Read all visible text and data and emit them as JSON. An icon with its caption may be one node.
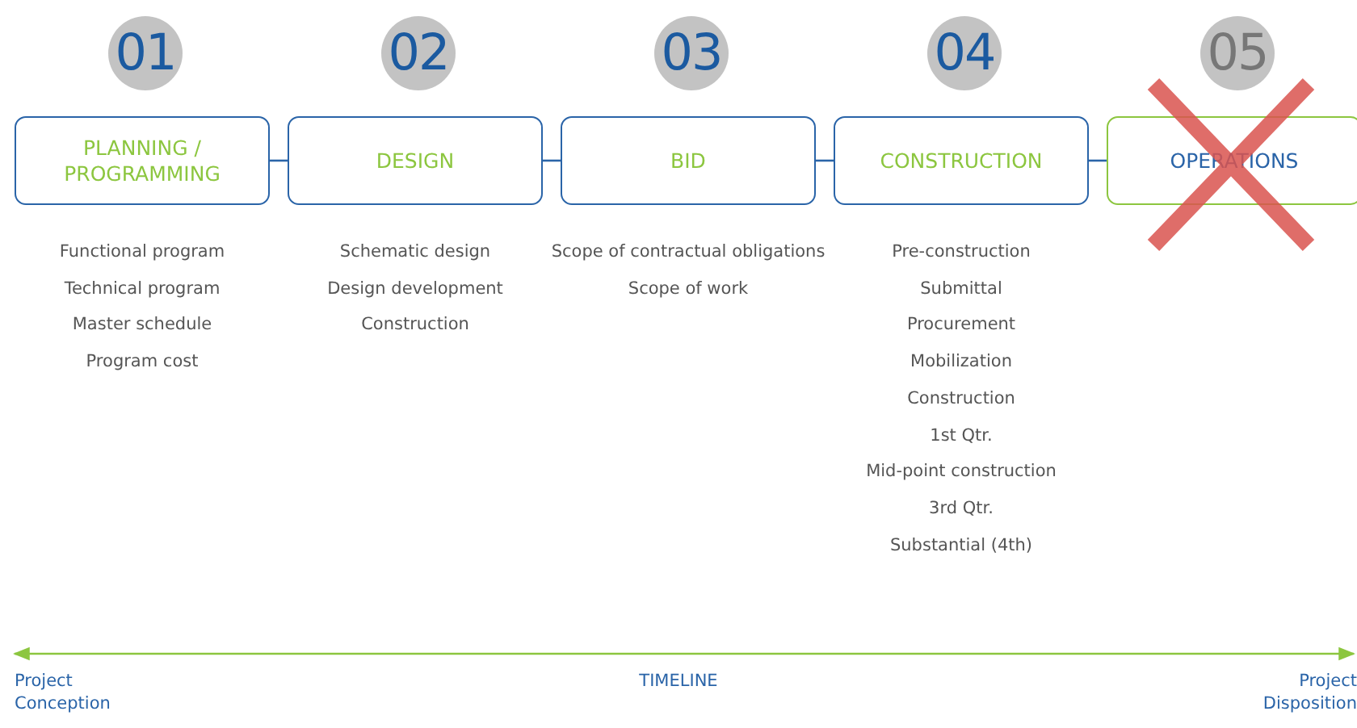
{
  "diagram": {
    "nodes": [
      {
        "text": [
          "01"
        ]
      },
      {
        "text": [
          "02"
        ]
      },
      {
        "text": [
          "03"
        ]
      },
      {
        "text": [
          "04"
        ]
      },
      {
        "text": [
          "05"
        ]
      },
      {
        "text": [
          "PLANNING / PROGRAMMING"
        ],
        "beside": [
          "Functional program",
          "Technical program",
          "Master schedule",
          "Program cost"
        ]
      },
      {
        "text": [
          "DESIGN"
        ],
        "beside": [
          "Schematic design",
          "Design development",
          "Construction"
        ]
      },
      {
        "text": [
          "BID"
        ],
        "beside": [
          "Scope of contractual obligations",
          "Scope of work"
        ]
      },
      {
        "text": [
          "CONSTRUCTION"
        ],
        "beside": [
          "Pre-construction",
          "Submittal",
          "Procurement",
          "Mobilization",
          "Construction",
          "1st Qtr.",
          "Mid-point construction",
          "3rd Qtr.",
          "Substantial (4th)"
        ]
      },
      {
        "text": [
          "OPERATIONS"
        ]
      }
    ],
    "edges": [
      {
        "from": 5,
        "to": 6,
        "arrow": "none"
      },
      {
        "from": 6,
        "to": 7,
        "arrow": "none"
      },
      {
        "from": 7,
        "to": 8,
        "arrow": "none"
      },
      {
        "from": 8,
        "to": 9,
        "arrow": "none"
      }
    ],
    "labels": [
      "Project Conception",
      "TIMELINE",
      "Project Disposition"
    ]
  }
}
